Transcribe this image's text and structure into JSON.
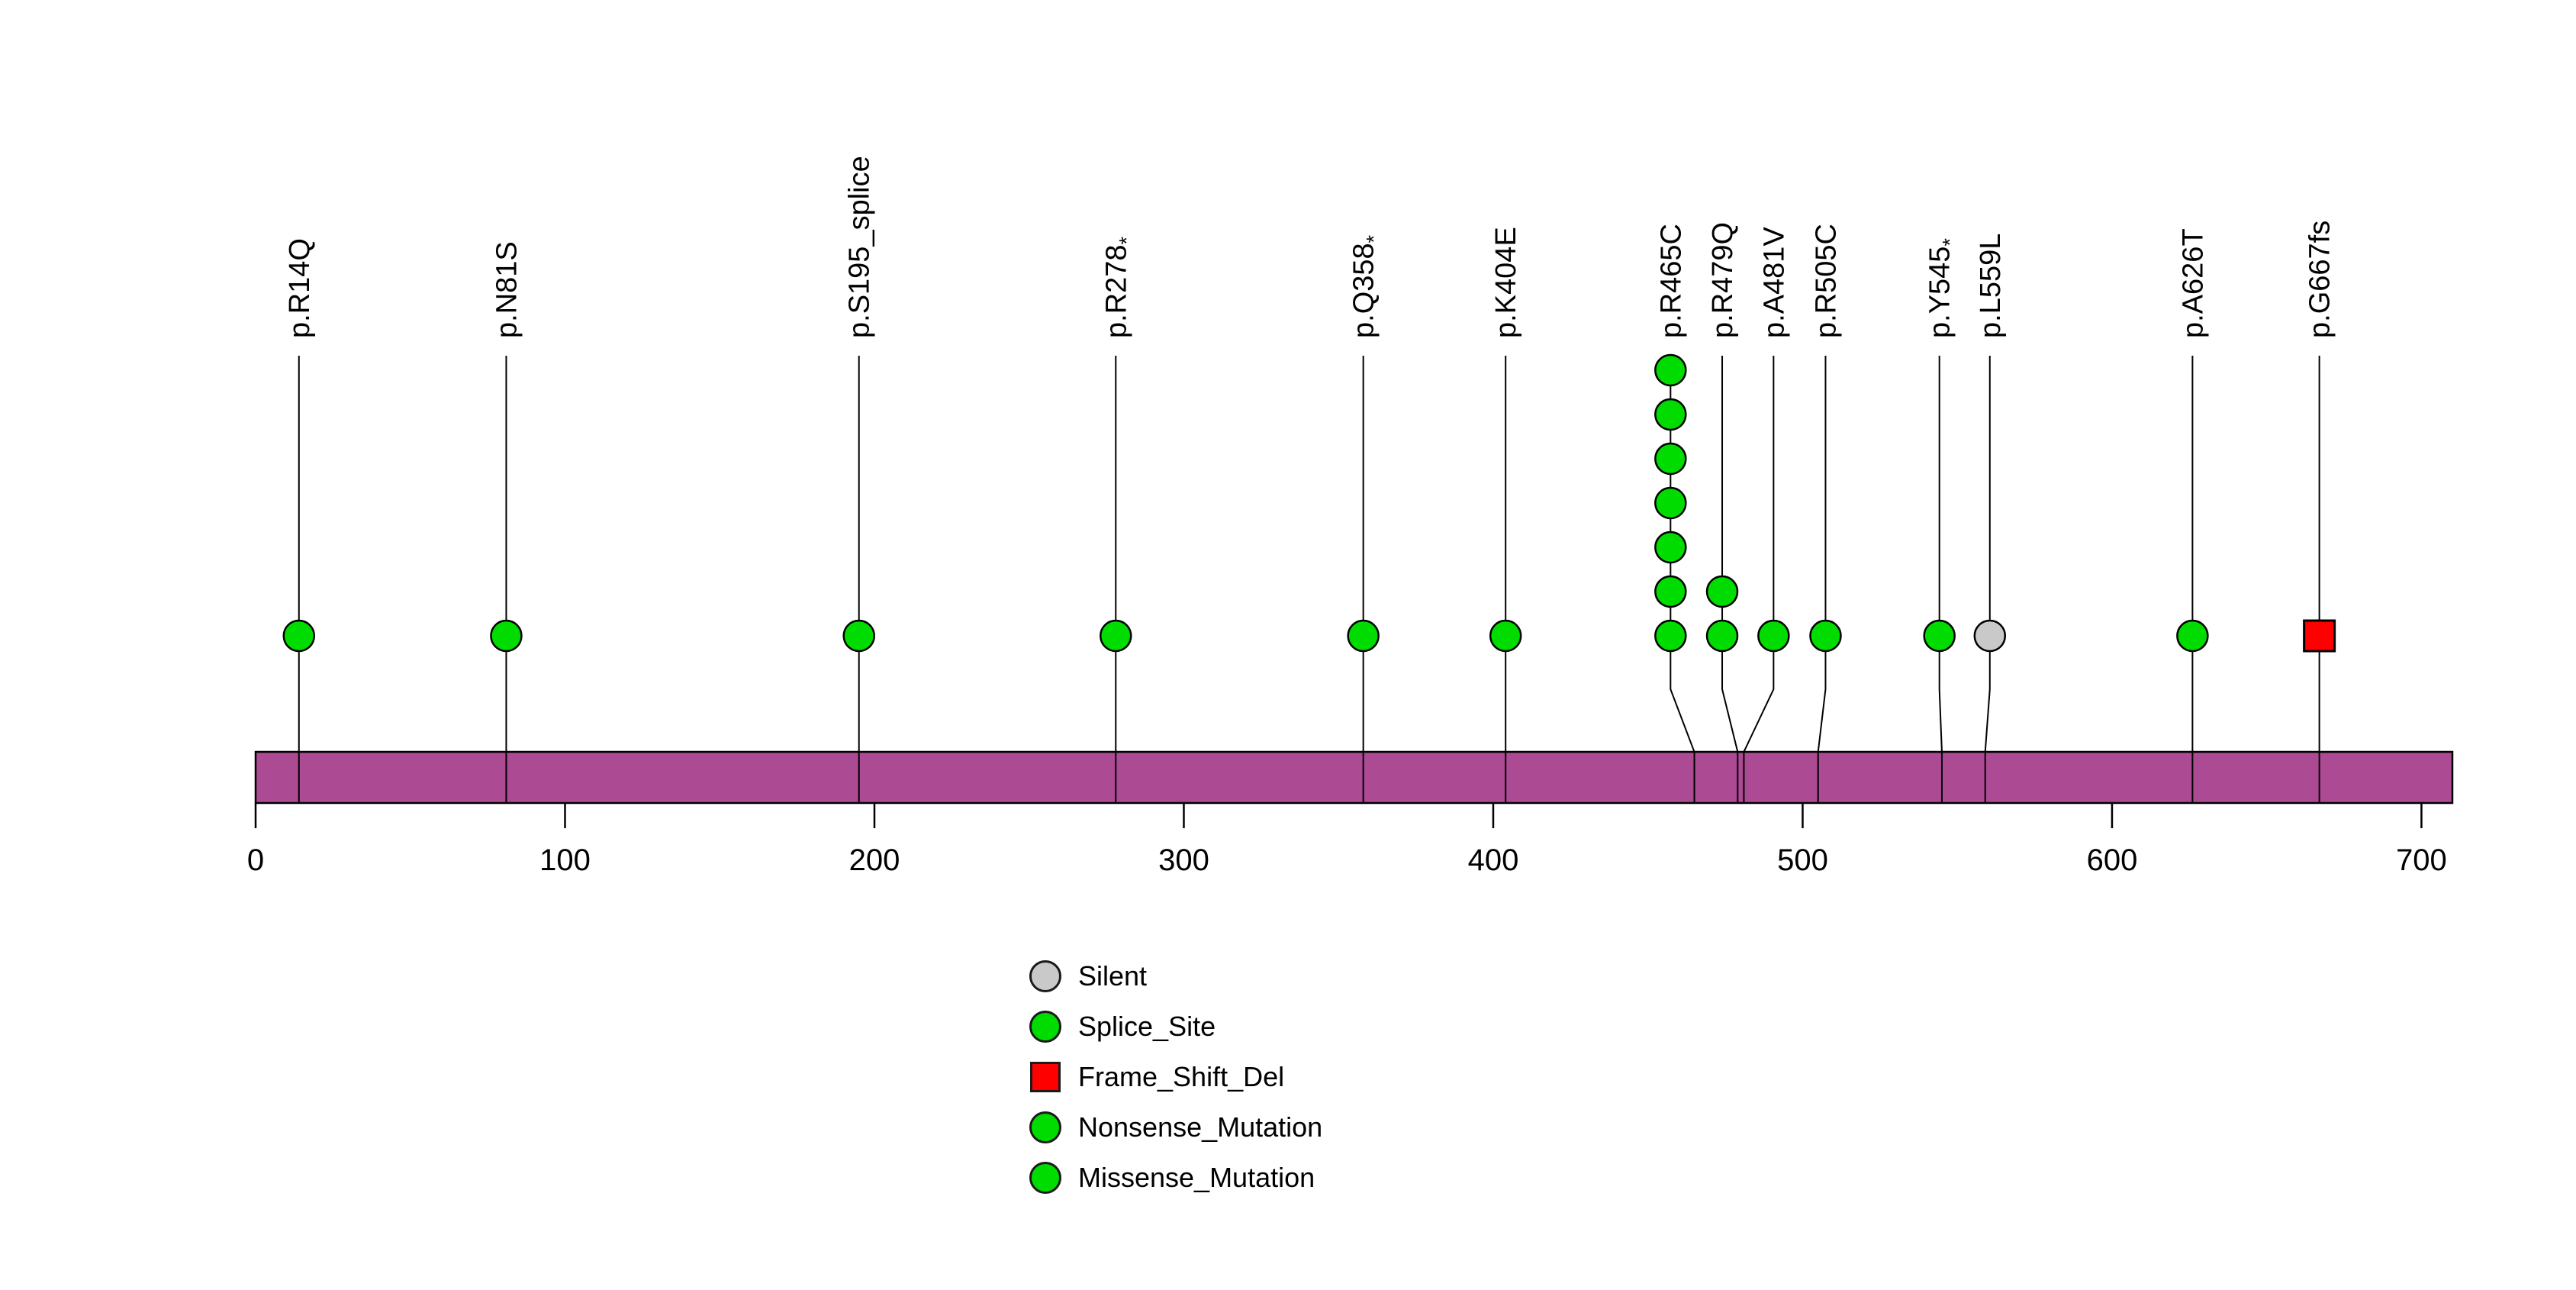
{
  "chart_data": {
    "type": "lollipop",
    "title": "",
    "xlabel": "",
    "ylabel": "",
    "xlim": [
      0,
      710
    ],
    "x_ticks": [
      0,
      100,
      200,
      300,
      400,
      500,
      600,
      700
    ],
    "grid": false,
    "legend_position": "bottom-left",
    "gene_body": {
      "start": 0,
      "end": 710,
      "color": "#AC4A94",
      "border_color": "#000000"
    },
    "marker_colors": {
      "Silent": "#C9C9C9",
      "Splice_Site": "#00DC00",
      "Frame_Shift_Del": "#FF0000",
      "Nonsense_Mutation": "#00DC00",
      "Missense_Mutation": "#00DC00"
    },
    "mutations": [
      {
        "label": "p.R14Q",
        "aa": 14,
        "label_aa": 14,
        "class": "Missense_Mutation",
        "count": 1
      },
      {
        "label": "p.N81S",
        "aa": 81,
        "label_aa": 81,
        "class": "Missense_Mutation",
        "count": 1
      },
      {
        "label": "p.S195_splice",
        "aa": 195,
        "label_aa": 195,
        "class": "Splice_Site",
        "count": 1
      },
      {
        "label": "p.R278*",
        "aa": 278,
        "label_aa": 278,
        "class": "Nonsense_Mutation",
        "count": 1
      },
      {
        "label": "p.Q358*",
        "aa": 358,
        "label_aa": 358,
        "class": "Nonsense_Mutation",
        "count": 1
      },
      {
        "label": "p.K404E",
        "aa": 404,
        "label_aa": 404,
        "class": "Missense_Mutation",
        "count": 1
      },
      {
        "label": "p.R465C",
        "aa": 465,
        "label_aa": 457.3,
        "class": "Missense_Mutation",
        "count": 7
      },
      {
        "label": "p.R479Q",
        "aa": 479,
        "label_aa": 474,
        "class": "Missense_Mutation",
        "count": 2
      },
      {
        "label": "p.A481V",
        "aa": 481,
        "label_aa": 490.6,
        "class": "Missense_Mutation",
        "count": 1
      },
      {
        "label": "p.R505C",
        "aa": 505,
        "label_aa": 507.4,
        "class": "Missense_Mutation",
        "count": 1
      },
      {
        "label": "p.Y545*",
        "aa": 545,
        "label_aa": 544.2,
        "class": "Nonsense_Mutation",
        "count": 1
      },
      {
        "label": "p.L559L",
        "aa": 559,
        "label_aa": 560.5,
        "class": "Silent",
        "count": 1
      },
      {
        "label": "p.A626T",
        "aa": 626,
        "label_aa": 626,
        "class": "Missense_Mutation",
        "count": 1
      },
      {
        "label": "p.G667fs",
        "aa": 667,
        "label_aa": 667,
        "class": "Frame_Shift_Del",
        "count": 1
      }
    ],
    "legend": [
      {
        "label": "Silent",
        "shape": "circle",
        "color": "#C9C9C9"
      },
      {
        "label": "Splice_Site",
        "shape": "circle",
        "color": "#00DC00"
      },
      {
        "label": "Frame_Shift_Del",
        "shape": "square",
        "color": "#FF0000"
      },
      {
        "label": "Nonsense_Mutation",
        "shape": "circle",
        "color": "#00DC00"
      },
      {
        "label": "Missense_Mutation",
        "shape": "circle",
        "color": "#00DC00"
      }
    ]
  }
}
